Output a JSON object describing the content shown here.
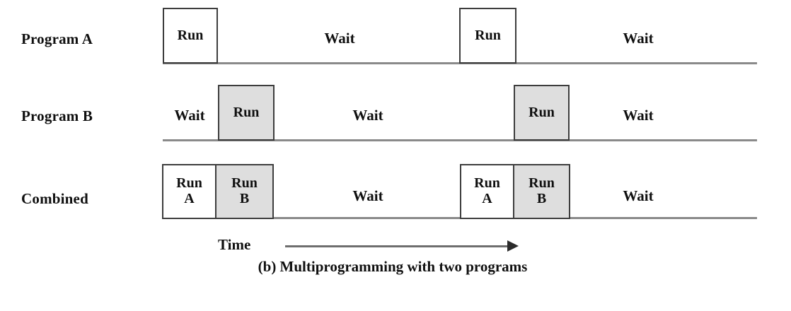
{
  "figure": {
    "caption": "(b) Multiprogramming with two programs",
    "time_axis_label": "Time",
    "colors": {
      "box_border": "#3d3d3d",
      "box_fill_plain": "#ffffff",
      "box_fill_shaded": "#dedede",
      "timeline": "#8a8a8a",
      "arrow": "#6e6e6e",
      "text": "#101010",
      "background": "#ffffff"
    }
  },
  "rows": [
    {
      "label": "Program A",
      "segments": {
        "run1": "Run",
        "wait1": "Wait",
        "run2": "Run",
        "wait2": "Wait"
      }
    },
    {
      "label": "Program B",
      "segments": {
        "wait0": "Wait",
        "run1": "Run",
        "wait1": "Wait",
        "run2": "Run",
        "wait2": "Wait"
      }
    },
    {
      "label": "Combined",
      "segments": {
        "run1a_line1": "Run",
        "run1a_line2": "A",
        "run1b_line1": "Run",
        "run1b_line2": "B",
        "wait1": "Wait",
        "run2a_line1": "Run",
        "run2a_line2": "A",
        "run2b_line1": "Run",
        "run2b_line2": "B",
        "wait2": "Wait"
      }
    }
  ],
  "chart_data": {
    "type": "table",
    "title": "(b) Multiprogramming with two programs",
    "xlabel": "Time",
    "ylabel": "",
    "categories": [
      "Program A",
      "Program B",
      "Combined"
    ],
    "series": [
      {
        "name": "Program A",
        "values": [
          {
            "state": "Run",
            "start": 0,
            "end": 78,
            "shaded": false
          },
          {
            "state": "Wait",
            "start": 78,
            "end": 419,
            "shaded": false
          },
          {
            "state": "Run",
            "start": 419,
            "end": 500,
            "shaded": false
          },
          {
            "state": "Wait",
            "start": 500,
            "end": 840,
            "shaded": false
          }
        ]
      },
      {
        "name": "Program B",
        "values": [
          {
            "state": "Wait",
            "start": 0,
            "end": 78,
            "shaded": false
          },
          {
            "state": "Run",
            "start": 78,
            "end": 158,
            "shaded": true
          },
          {
            "state": "Wait",
            "start": 158,
            "end": 496,
            "shaded": false
          },
          {
            "state": "Run",
            "start": 496,
            "end": 575,
            "shaded": true
          },
          {
            "state": "Wait",
            "start": 575,
            "end": 840,
            "shaded": false
          }
        ]
      },
      {
        "name": "Combined",
        "values": [
          {
            "state": "Run A",
            "start": 0,
            "end": 76,
            "shaded": false
          },
          {
            "state": "Run B",
            "start": 76,
            "end": 158,
            "shaded": true
          },
          {
            "state": "Wait",
            "start": 158,
            "end": 421,
            "shaded": false
          },
          {
            "state": "Run A",
            "start": 421,
            "end": 497,
            "shaded": false
          },
          {
            "state": "Run B",
            "start": 497,
            "end": 577,
            "shaded": true
          },
          {
            "state": "Wait",
            "start": 577,
            "end": 840,
            "shaded": false
          }
        ]
      }
    ]
  }
}
